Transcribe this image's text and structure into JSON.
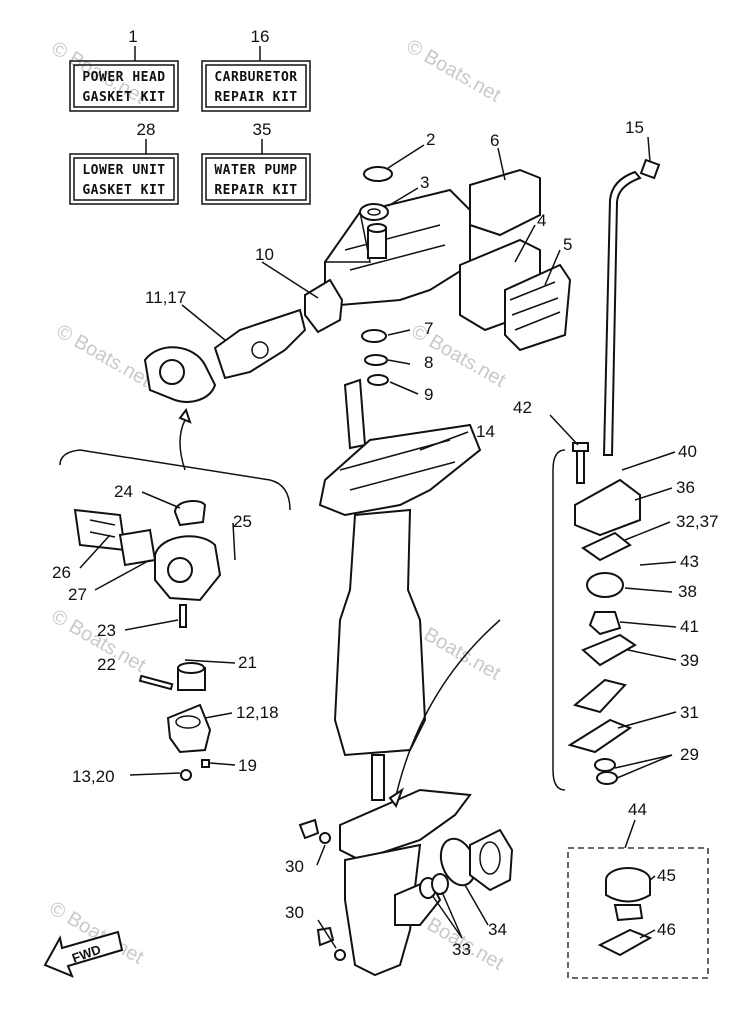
{
  "kits": [
    {
      "num": "1",
      "line1": "POWER HEAD",
      "line2": "GASKET KIT"
    },
    {
      "num": "16",
      "line1": "CARBURETOR",
      "line2": "REPAIR KIT"
    },
    {
      "num": "28",
      "line1": "LOWER UNIT",
      "line2": "GASKET KIT"
    },
    {
      "num": "35",
      "line1": "WATER PUMP",
      "line2": "REPAIR KIT"
    }
  ],
  "callouts": [
    "2",
    "3",
    "4",
    "5",
    "6",
    "7",
    "8",
    "9",
    "10",
    "11,17",
    "14",
    "15",
    "42",
    "40",
    "36",
    "32,37",
    "43",
    "38",
    "41",
    "39",
    "31",
    "29",
    "24",
    "25",
    "26",
    "27",
    "23",
    "22",
    "21",
    "12,18",
    "19",
    "13,20",
    "30",
    "30",
    "33",
    "34",
    "44",
    "45",
    "46"
  ],
  "watermark": "© Boats.net",
  "fwd_label": "FWD"
}
